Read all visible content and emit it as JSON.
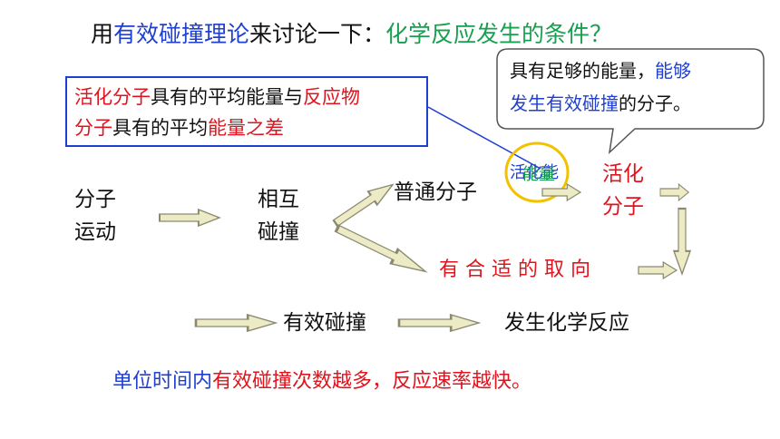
{
  "title": {
    "p1": "用",
    "p2": "有效碰撞理论",
    "p3": "来讨论一下：",
    "p4": "化学反应发生的条件？"
  },
  "definition": {
    "l1a": "活化分子",
    "l1b": "具有的平均能量与",
    "l1c": "反应物",
    "l2a": "分子",
    "l2b": "具有的平均",
    "l2c": "能量之差"
  },
  "callout": {
    "a": "具有足够的能量，",
    "b": "能够",
    "c": "发生有效碰撞",
    "d": "的分子。"
  },
  "nodes": {
    "molecule_motion_1": "分子",
    "molecule_motion_2": "运动",
    "collision_1": "相互",
    "collision_2": "碰撞",
    "normal_molecule": "普通分子",
    "activated_1": "活化",
    "activated_2": "分子",
    "orientation": "有 合 适 的 取 向",
    "effective_collision": "有效碰撞",
    "reaction": "发生化学反应"
  },
  "overlap": {
    "label_a": "活化能",
    "label_b": "能量"
  },
  "footer": {
    "a": "单位时间内",
    "b": "有效碰撞次数越多，反应速率越快。"
  },
  "colors": {
    "blue": "#1f3fcf",
    "green": "#18a050",
    "red": "#e0141e",
    "arrow_fill": "#ecebc6",
    "arrow_stroke": "#8a8a70",
    "ellipse": "#f2c200"
  }
}
